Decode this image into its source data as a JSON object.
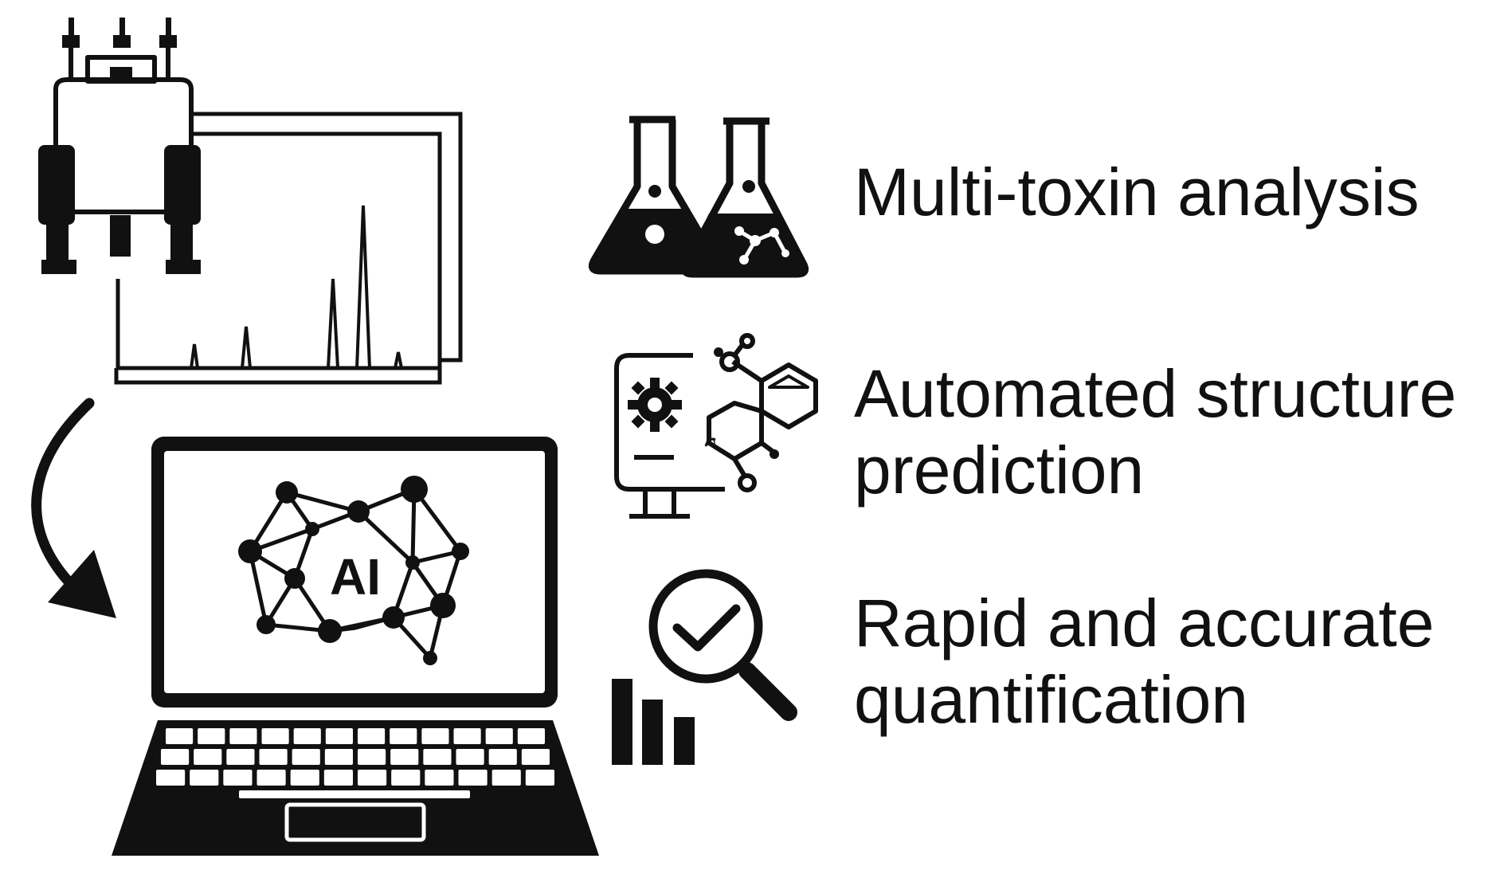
{
  "features": [
    {
      "lines": [
        "Multi-toxin analysis"
      ],
      "icon": "flasks-icon"
    },
    {
      "lines": [
        "Automated structure",
        "prediction"
      ],
      "icon": "monitor-molecule-icon"
    },
    {
      "lines": [
        "Rapid and accurate",
        "quantification"
      ],
      "icon": "magnifier-check-icon"
    }
  ],
  "laptop": {
    "screen_text": "AI",
    "icon": "neural-network-icon"
  },
  "instrument": {
    "icon": "mass-spectrometer-icon"
  },
  "spectrum": {
    "icon": "spectrum-chart-icon"
  },
  "arrow": {
    "icon": "curved-arrow-icon"
  },
  "colors": {
    "ink": "#111111",
    "background": "#ffffff"
  }
}
